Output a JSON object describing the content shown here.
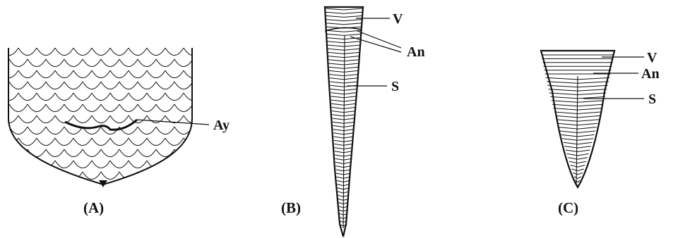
{
  "figure_a": {
    "label_ay": "Ay",
    "caption": "(A)"
  },
  "figure_b": {
    "label_v": "V",
    "label_an": "An",
    "label_s": "S",
    "caption": "(B)"
  },
  "figure_c": {
    "label_v": "V",
    "label_an": "An",
    "label_s": "S",
    "caption": "(C)"
  },
  "colors": {
    "ink": "#111111",
    "background": "#ffffff"
  }
}
